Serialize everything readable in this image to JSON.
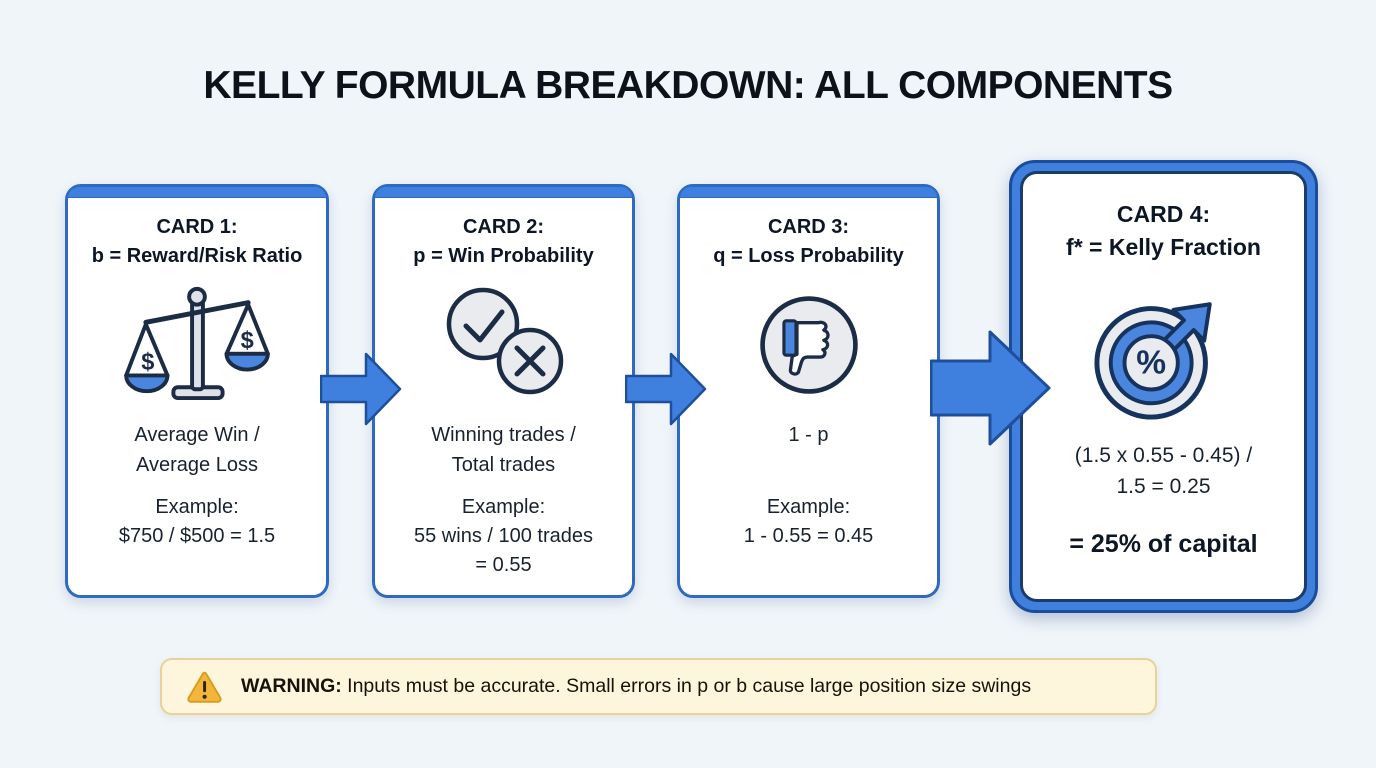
{
  "colors": {
    "bg": "#f0f5fa",
    "accent": "#3f80de",
    "card-border": "#2e6ac0",
    "arrow-outline": "#1f4f9b",
    "icon-stroke": "#1d2c45",
    "icon-fill": "#e9ebef",
    "warning-bg": "#fdf6dc",
    "warning-border": "#e6d29b",
    "amber": "#f1b63a",
    "text": "#131c2b"
  },
  "title": "KELLY FORMULA BREAKDOWN: ALL COMPONENTS",
  "cards": [
    {
      "title_line1": "CARD 1:",
      "title_line2": "b = Reward/Risk Ratio",
      "icon": "balance-scale-icon",
      "body_line1": "Average Win /",
      "body_line2": "Average Loss",
      "example_label": "Example:",
      "example_line1": "$750 / $500 = 1.5"
    },
    {
      "title_line1": "CARD 2:",
      "title_line2": "p = Win Probability",
      "icon": "check-x-icon",
      "body_line1": "Winning trades /",
      "body_line2": "Total trades",
      "example_label": "Example:",
      "example_line1": "55 wins / 100 trades",
      "example_line2": "= 0.55"
    },
    {
      "title_line1": "CARD 3:",
      "title_line2": "q = Loss Probability",
      "icon": "thumbs-down-icon",
      "body_line1": "1 - p",
      "example_label": "Example:",
      "example_line1": "1 - 0.55 = 0.45"
    },
    {
      "title_line1": "CARD 4:",
      "title_line2": "f* = Kelly Fraction",
      "icon": "target-arrow-icon",
      "formula_line1": "(1.5 x 0.55 - 0.45) /",
      "formula_line2": "1.5 = 0.25",
      "result": "= 25% of capital"
    }
  ],
  "warning": {
    "icon": "warning-triangle-icon",
    "label": "WARNING:",
    "text": " Inputs must be accurate. Small errors in p or b cause large position size swings"
  }
}
